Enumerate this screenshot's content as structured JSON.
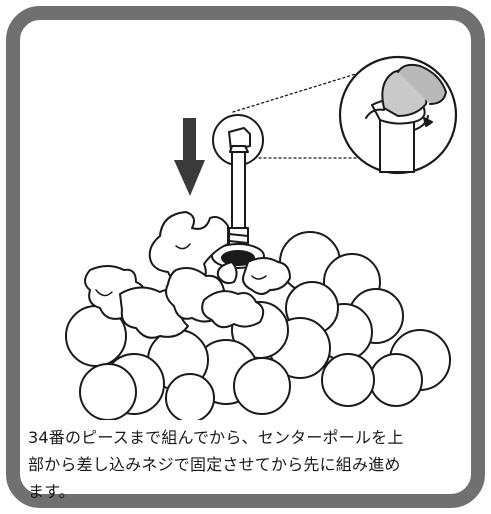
{
  "instruction": {
    "lines": [
      "34番のピースまで組んでから、センターポールを上",
      "部から差し込みネジで固定させてから先に組み進め",
      "ます。"
    ]
  },
  "icons": {
    "arrow": "down-arrow-icon",
    "detail": "magnifier-circle-icon"
  },
  "colors": {
    "frame": "#707070",
    "line": "#1a1a1a",
    "arrow": "#3a3a3a"
  }
}
